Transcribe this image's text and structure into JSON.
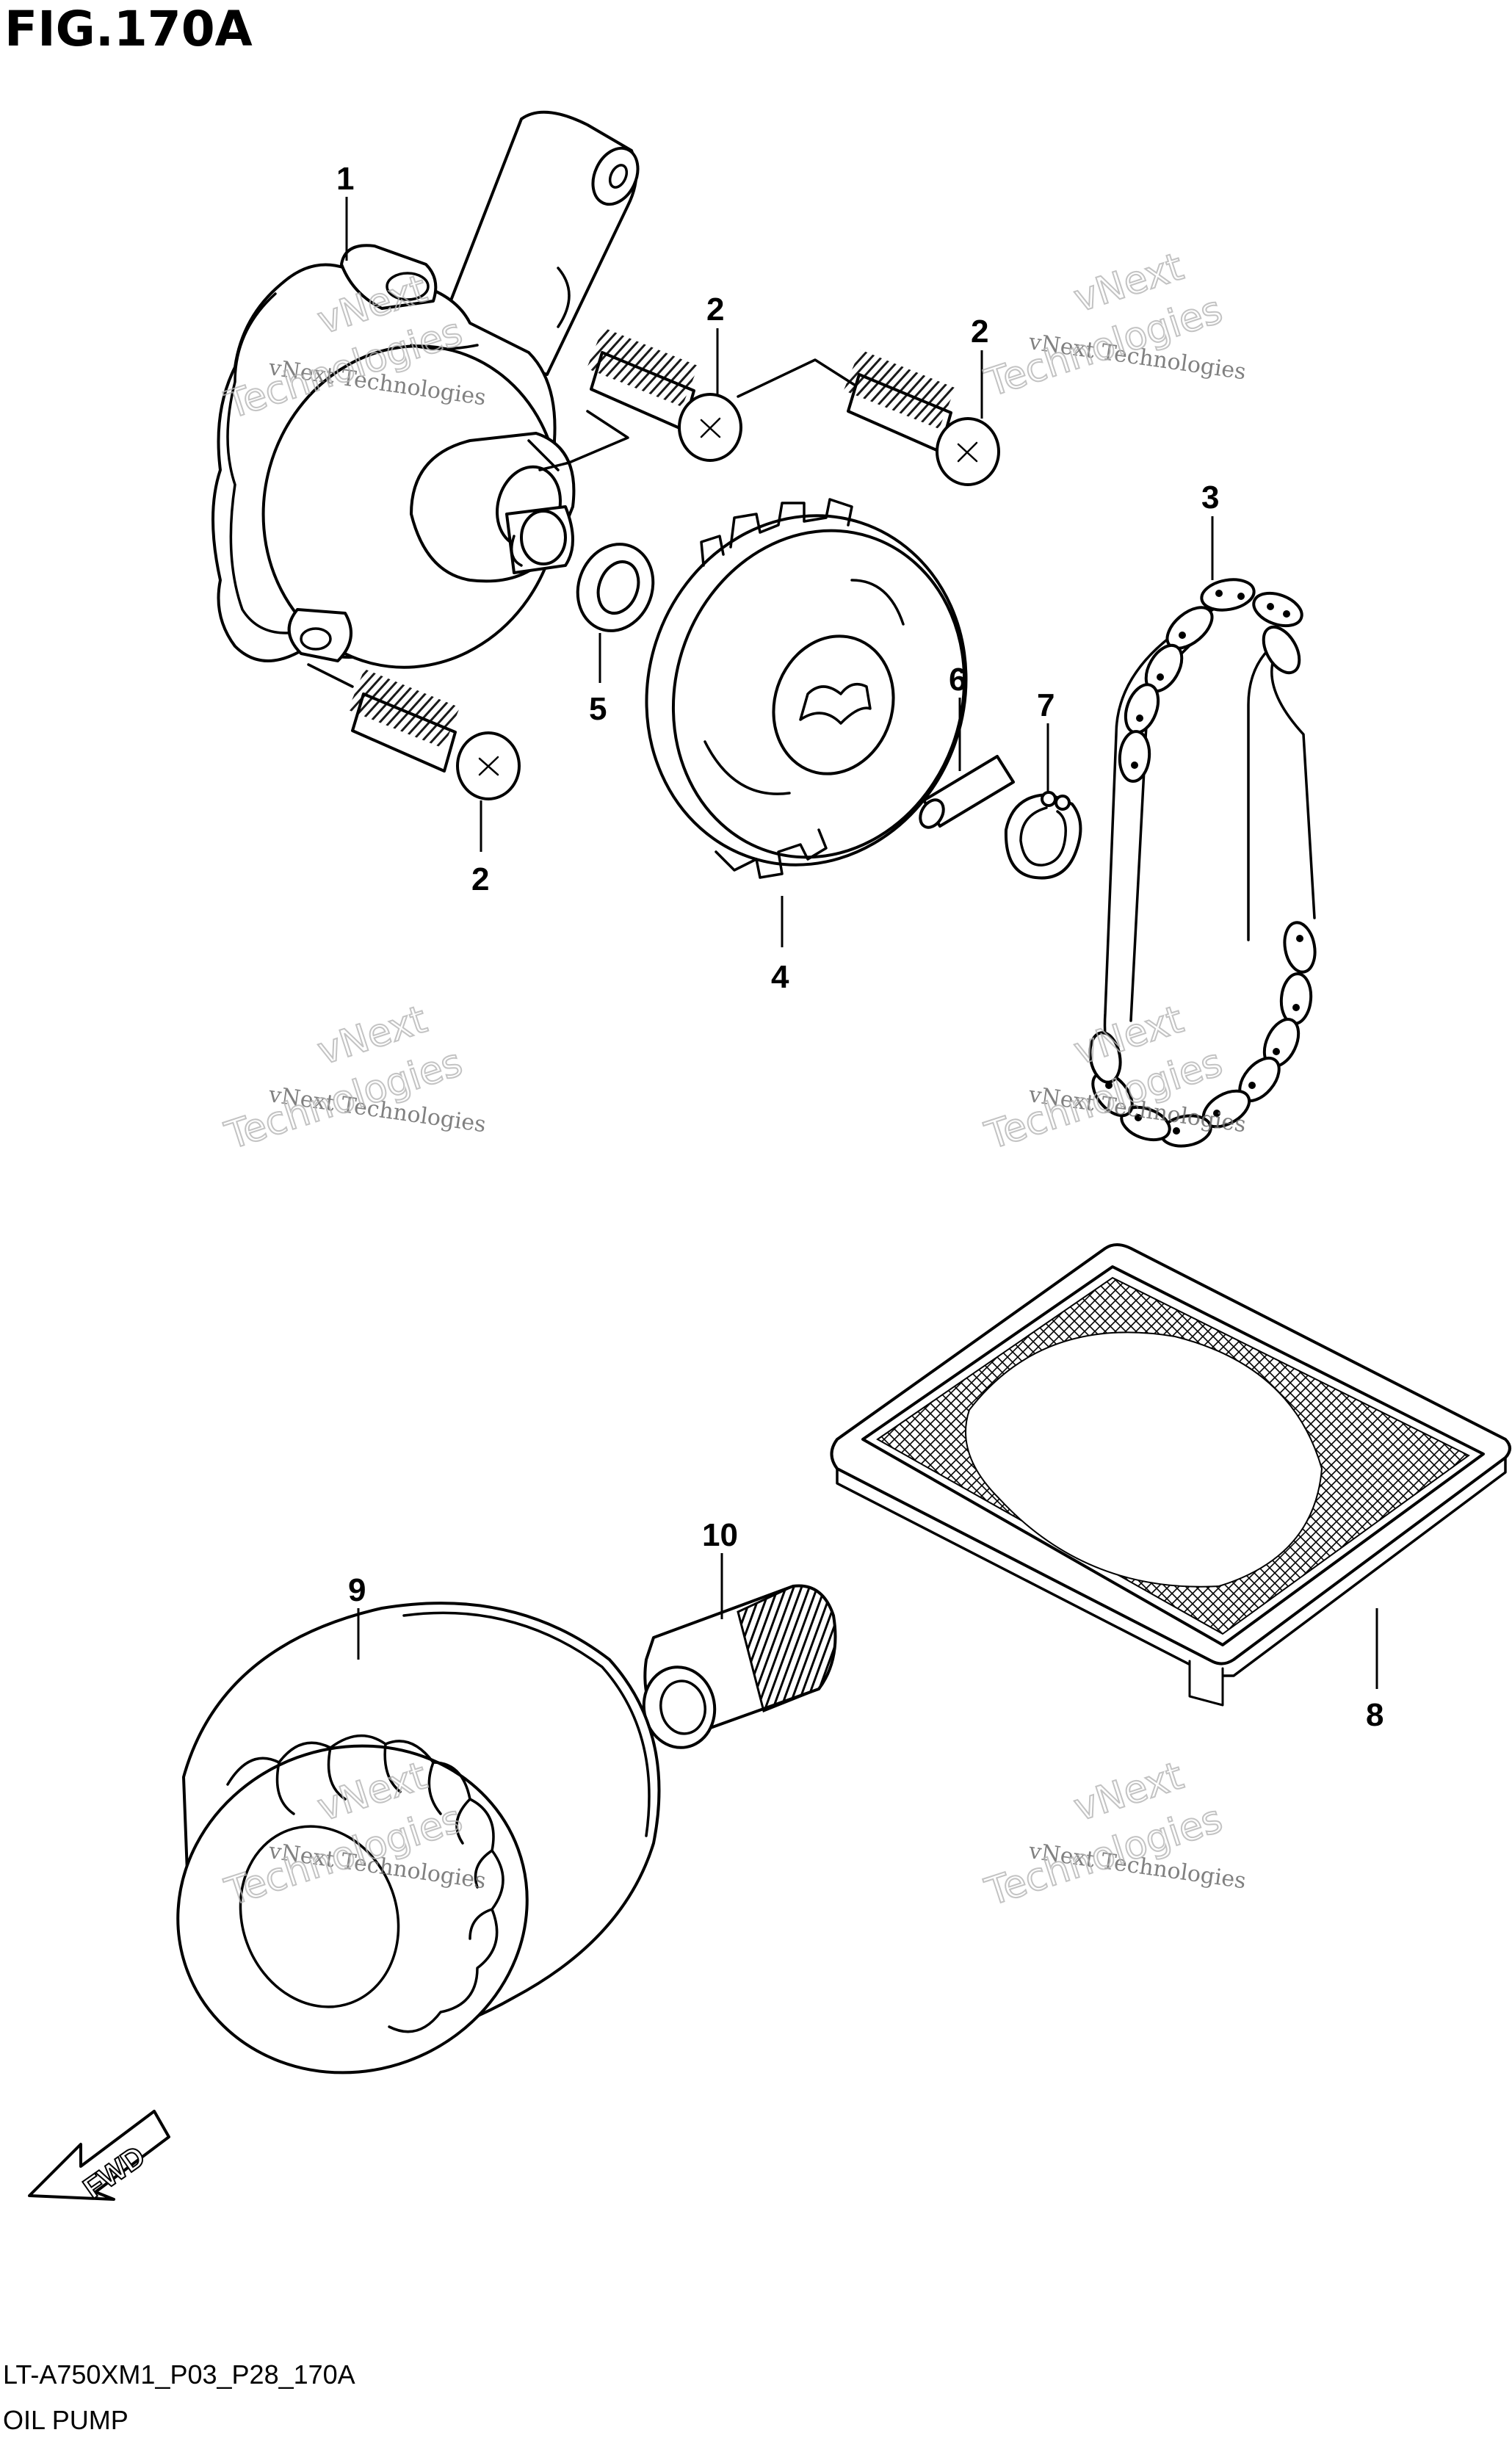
{
  "figure": {
    "title": "FIG.170A",
    "code": "LT-A750XM1_P03_P28_170A",
    "name": "OIL PUMP"
  },
  "watermark": {
    "line1": "vNext Technologies",
    "line2": "vNext",
    "line3": "Technologies"
  },
  "callouts": [
    {
      "id": "c1",
      "text": "1"
    },
    {
      "id": "c2a",
      "text": "2"
    },
    {
      "id": "c2b",
      "text": "2"
    },
    {
      "id": "c2c",
      "text": "2"
    },
    {
      "id": "c3",
      "text": "3"
    },
    {
      "id": "c4",
      "text": "4"
    },
    {
      "id": "c5",
      "text": "5"
    },
    {
      "id": "c6",
      "text": "6"
    },
    {
      "id": "c7",
      "text": "7"
    },
    {
      "id": "c8",
      "text": "8"
    },
    {
      "id": "c9",
      "text": "9"
    },
    {
      "id": "c10",
      "text": "10"
    }
  ],
  "fwd_arrow": {
    "label": "FWD"
  }
}
